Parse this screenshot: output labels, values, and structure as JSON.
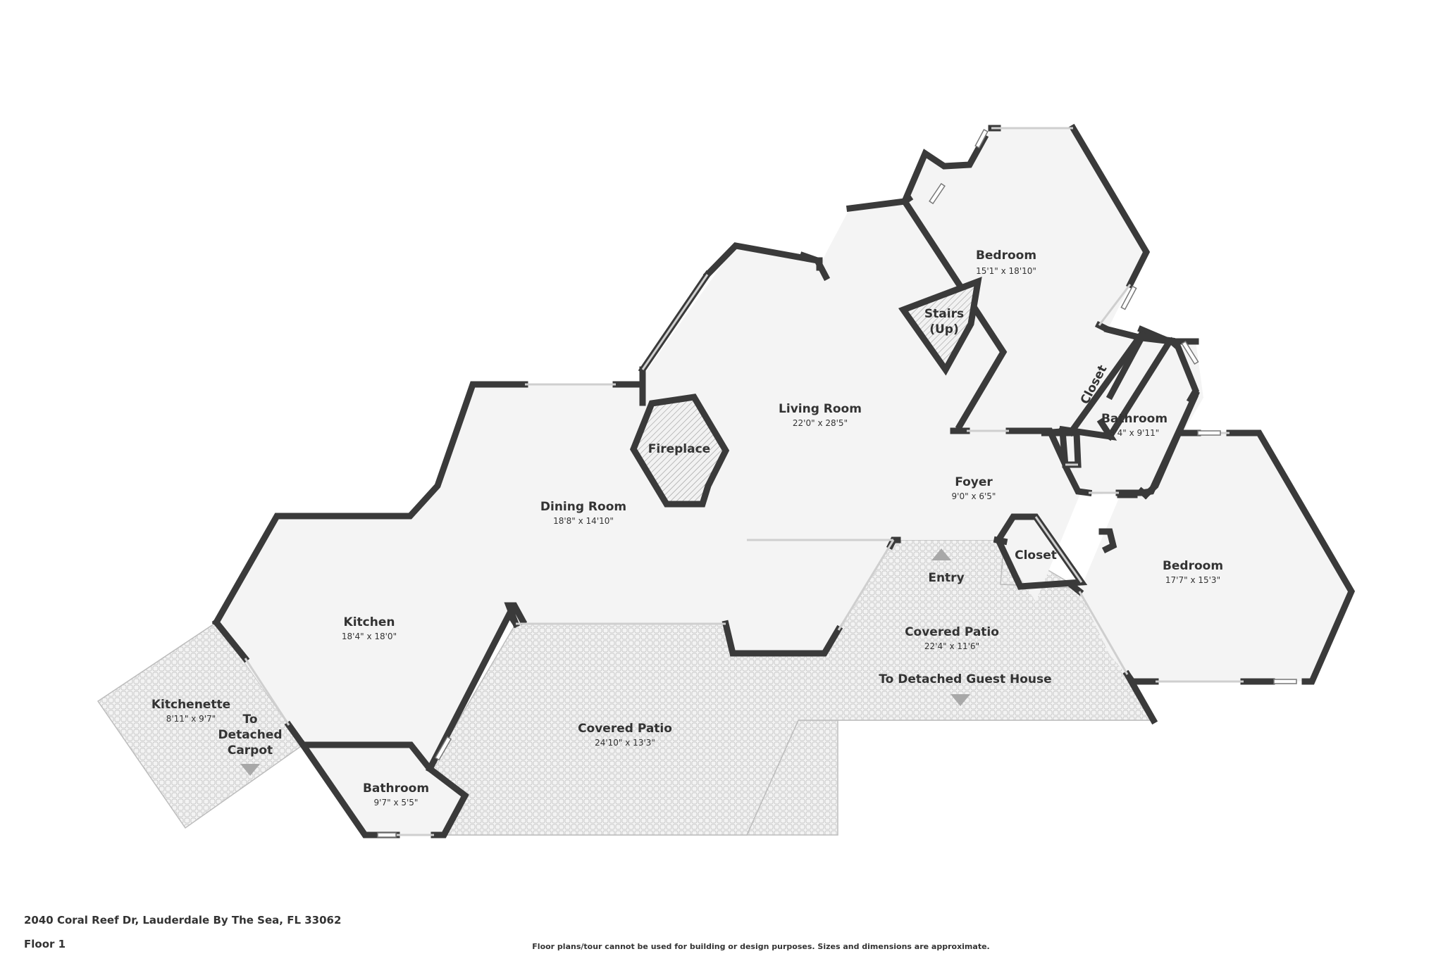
{
  "rooms": {
    "bedroom_top": {
      "name": "Bedroom",
      "dim": "15'1\" x 18'10\""
    },
    "stairs": {
      "name": "Stairs",
      "name2": "(Up)"
    },
    "closet_upper": {
      "name": "Closet"
    },
    "bathroom_right": {
      "name": "Bathroom",
      "dim": "8'4\" x 9'11\""
    },
    "living_room": {
      "name": "Living Room",
      "dim": "22'0\" x 28'5\""
    },
    "fireplace": {
      "name": "Fireplace"
    },
    "dining_room": {
      "name": "Dining Room",
      "dim": "18'8\" x 14'10\""
    },
    "foyer": {
      "name": "Foyer",
      "dim": "9'0\" x 6'5\""
    },
    "closet_lower": {
      "name": "Closet"
    },
    "entry": {
      "name": "Entry"
    },
    "bedroom_right": {
      "name": "Bedroom",
      "dim": "17'7\" x 15'3\""
    },
    "kitchen": {
      "name": "Kitchen",
      "dim": "18'4\" x 18'0\""
    },
    "covered_patio_right": {
      "name": "Covered Patio",
      "dim": "22'4\" x 11'6\""
    },
    "guest_house": {
      "name": "To Detached Guest House"
    },
    "kitchenette": {
      "name": "Kitchenette",
      "dim": "8'11\" x 9'7\""
    },
    "carpot": {
      "line1": "To",
      "line2": "Detached",
      "line3": "Carpot"
    },
    "covered_patio_left": {
      "name": "Covered Patio",
      "dim": "24'10\" x 13'3\""
    },
    "bathroom_left": {
      "name": "Bathroom",
      "dim": "9'7\" x 5'5\""
    }
  },
  "footer": {
    "address": "2040 Coral Reef Dr, Lauderdale By The Sea, FL 33062",
    "floor": "Floor 1",
    "disclaimer": "Floor plans/tour cannot be used for building or design purposes. Sizes and dimensions are approximate."
  },
  "colors": {
    "wall": "#3a3a3a",
    "floor": "#f4f4f4",
    "marker": "#a8a8a8"
  }
}
